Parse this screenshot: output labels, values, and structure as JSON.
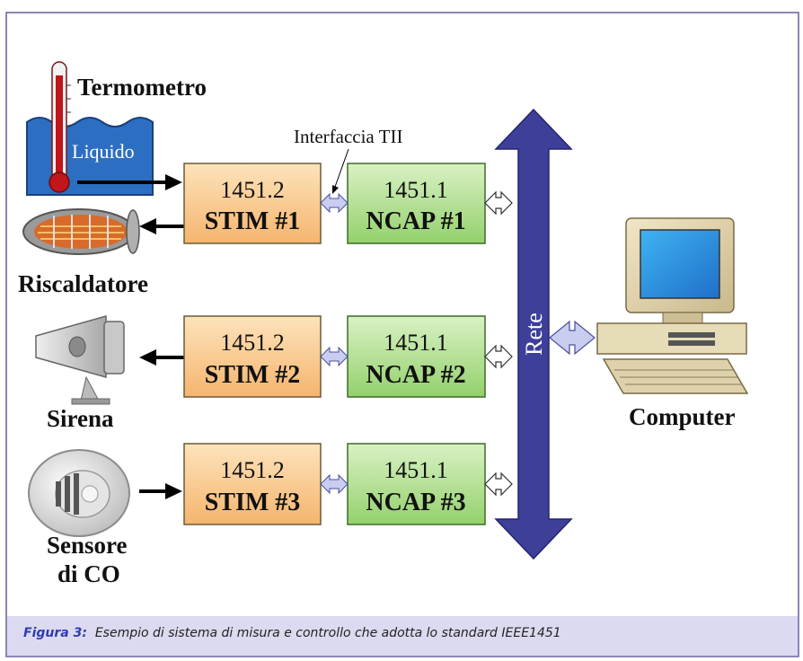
{
  "diagram": {
    "sensors": {
      "thermometer": "Termometro",
      "liquid": "Liquido",
      "heater": "Riscaldatore",
      "siren": "Sirena",
      "co_sensor_line1": "Sensore",
      "co_sensor_line2": "di CO"
    },
    "interface_label": "Interfaccia TII",
    "stims": [
      {
        "code": "1451.2",
        "name": "STIM #1"
      },
      {
        "code": "1451.2",
        "name": "STIM #2"
      },
      {
        "code": "1451.2",
        "name": "STIM #3"
      }
    ],
    "ncaps": [
      {
        "code": "1451.1",
        "name": "NCAP #1"
      },
      {
        "code": "1451.1",
        "name": "NCAP #2"
      },
      {
        "code": "1451.1",
        "name": "NCAP #3"
      }
    ],
    "network": "Rete",
    "computer": "Computer"
  },
  "caption": {
    "label": "Figura 3:",
    "text": "Esempio di sistema di misura e controllo che adotta lo standard IEEE1451"
  },
  "colors": {
    "frame": "#8a86b8",
    "caption_bg": "#dcdaf0",
    "caption_label": "#2f3bb0",
    "network": "#3d3f99",
    "stim_fill": "#f8c98c",
    "ncap_fill": "#b8e39a",
    "liquid": "#2c6fc2"
  }
}
